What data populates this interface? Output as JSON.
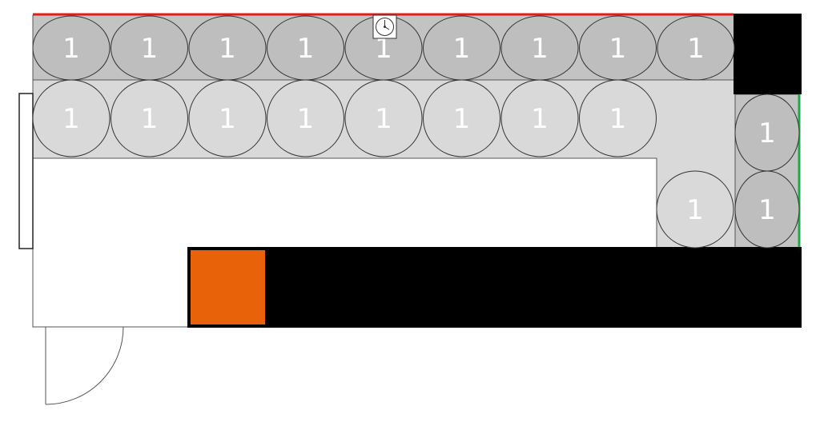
{
  "floor_plan": {
    "seat_rows": [
      {
        "row": "top",
        "count": 9,
        "label": "1"
      },
      {
        "row": "second",
        "count": 8,
        "label": "1"
      },
      {
        "row": "right-column",
        "count": 2,
        "label": "1"
      },
      {
        "row": "corner",
        "count": 1,
        "label": "1"
      }
    ],
    "fixtures": [
      "clock-icon",
      "door",
      "window-left",
      "counter-block",
      "corner-block",
      "orange-marker"
    ],
    "colors": {
      "red_wall": "#e41b17",
      "green_wall": "#1fa84a",
      "dark_seat_area": "#c3c3c3",
      "light_seat_area": "#d9d9d9",
      "dark_seat": "#bebebe",
      "light_seat": "#d9d9d9",
      "counter": "#000000",
      "marker": "#e8620a"
    }
  }
}
